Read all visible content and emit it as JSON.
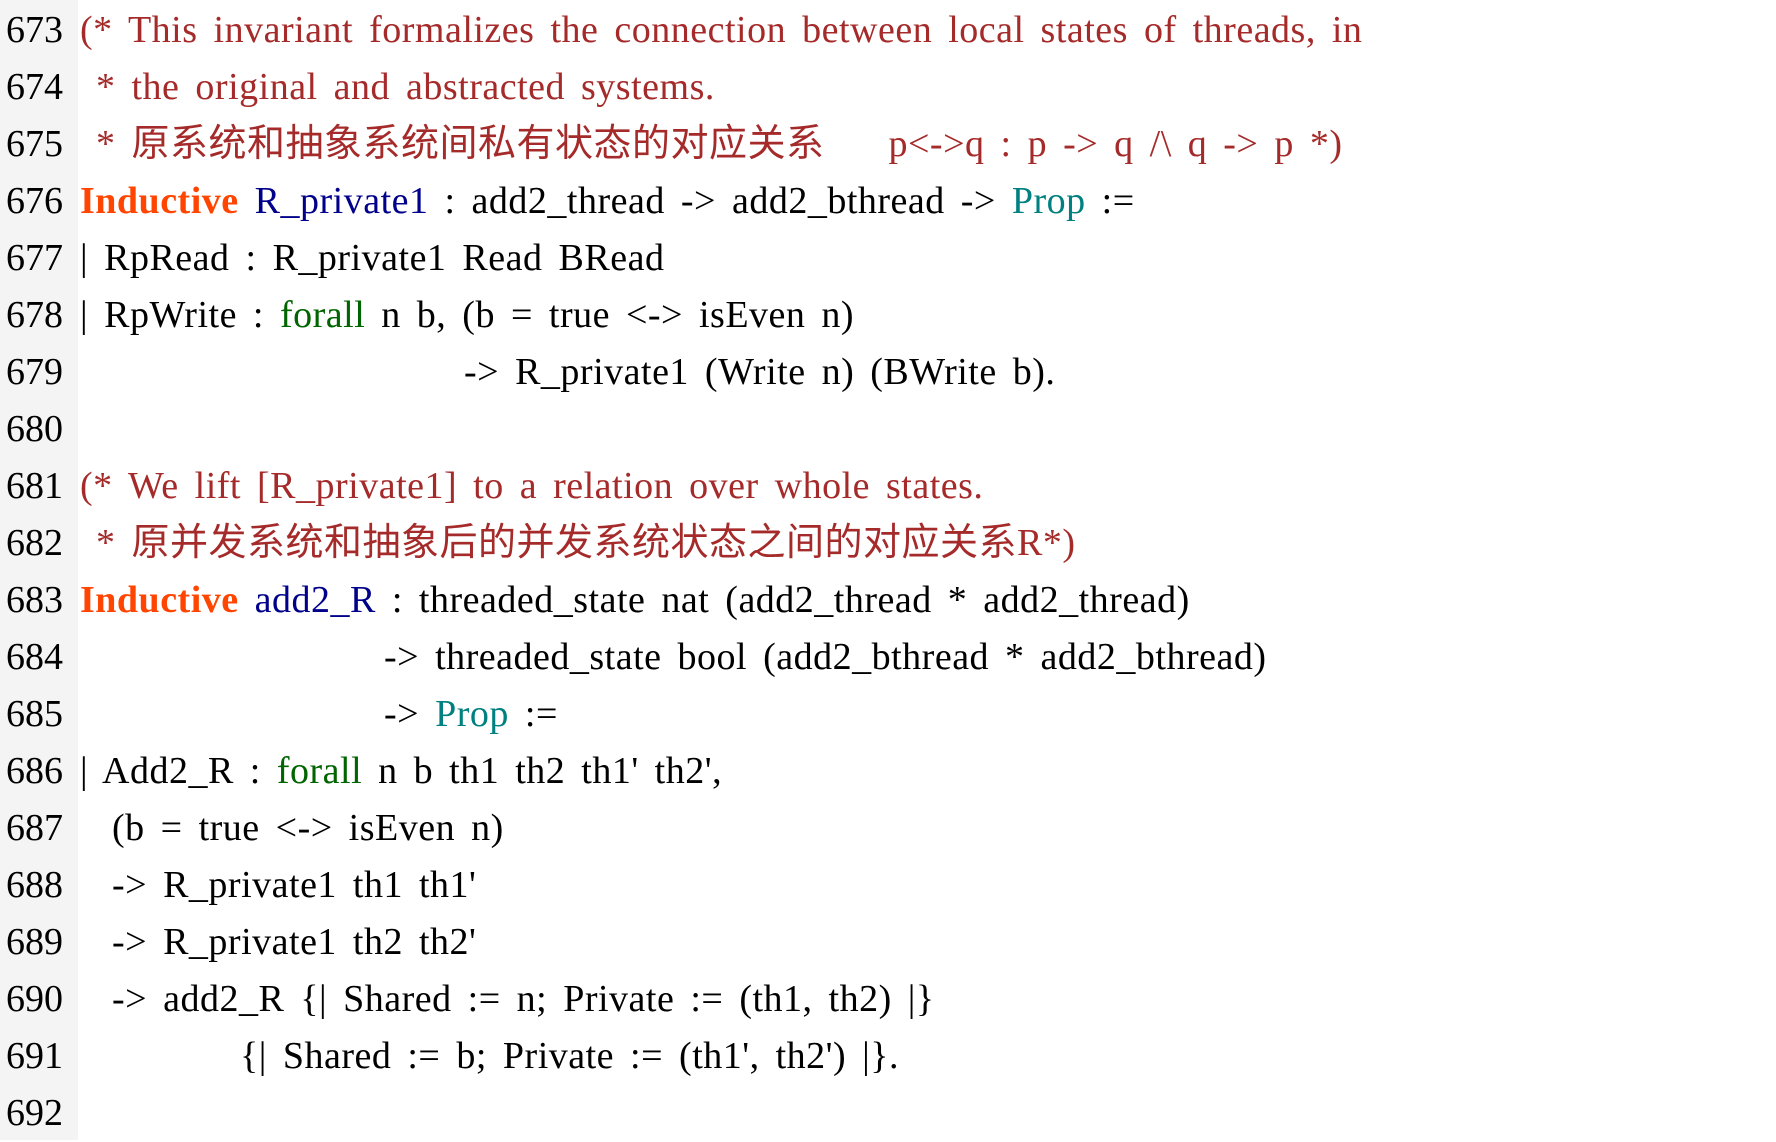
{
  "editor": {
    "colors": {
      "comment": "#a52a2a",
      "keyword": "#ff4500",
      "identifier": "#00008b",
      "type": "#008080",
      "forall": "#006400",
      "plain": "#000000",
      "gutter_bg": "#f4f4f4"
    },
    "lines": [
      {
        "num": "673",
        "tokens": [
          {
            "t": "comment",
            "s": "(* This invariant formalizes the connection between local states of threads, in"
          }
        ]
      },
      {
        "num": "674",
        "tokens": [
          {
            "t": "comment",
            "s": " * the original and abstracted systems."
          }
        ]
      },
      {
        "num": "675",
        "tokens": [
          {
            "t": "comment",
            "s": " * 原系统和抽象系统间私有状态的对应关系    p<->q : p -> q /\\ q -> p *)"
          }
        ]
      },
      {
        "num": "676",
        "tokens": [
          {
            "t": "keyword",
            "s": "Inductive"
          },
          {
            "t": "plain",
            "s": " "
          },
          {
            "t": "ident",
            "s": "R_private1"
          },
          {
            "t": "plain",
            "s": " : add2_thread -> add2_bthread -> "
          },
          {
            "t": "type",
            "s": "Prop"
          },
          {
            "t": "plain",
            "s": " :="
          }
        ]
      },
      {
        "num": "677",
        "tokens": [
          {
            "t": "plain",
            "s": "| RpRead : R_private1 Read BRead"
          }
        ]
      },
      {
        "num": "678",
        "tokens": [
          {
            "t": "plain",
            "s": "| RpWrite : "
          },
          {
            "t": "forall",
            "s": "forall"
          },
          {
            "t": "plain",
            "s": " n b, (b = true <-> isEven n)"
          }
        ]
      },
      {
        "num": "679",
        "tokens": [
          {
            "t": "plain",
            "s": "                        -> R_private1 (Write n) (BWrite b)."
          }
        ]
      },
      {
        "num": "680",
        "tokens": []
      },
      {
        "num": "681",
        "tokens": [
          {
            "t": "comment",
            "s": "(* We lift [R_private1] to a relation over whole states."
          }
        ]
      },
      {
        "num": "682",
        "tokens": [
          {
            "t": "comment",
            "s": " * 原并发系统和抽象后的并发系统状态之间的对应关系R*)"
          }
        ]
      },
      {
        "num": "683",
        "tokens": [
          {
            "t": "keyword",
            "s": "Inductive"
          },
          {
            "t": "plain",
            "s": " "
          },
          {
            "t": "ident",
            "s": "add2_R"
          },
          {
            "t": "plain",
            "s": " : threaded_state nat (add2_thread * add2_thread)"
          }
        ]
      },
      {
        "num": "684",
        "tokens": [
          {
            "t": "plain",
            "s": "                   -> threaded_state bool (add2_bthread * add2_bthread)"
          }
        ]
      },
      {
        "num": "685",
        "tokens": [
          {
            "t": "plain",
            "s": "                   -> "
          },
          {
            "t": "type",
            "s": "Prop"
          },
          {
            "t": "plain",
            "s": " :="
          }
        ]
      },
      {
        "num": "686",
        "tokens": [
          {
            "t": "plain",
            "s": "| Add2_R : "
          },
          {
            "t": "forall",
            "s": "forall"
          },
          {
            "t": "plain",
            "s": " n b th1 th2 th1' th2',"
          }
        ]
      },
      {
        "num": "687",
        "tokens": [
          {
            "t": "plain",
            "s": "  (b = true <-> isEven n)"
          }
        ]
      },
      {
        "num": "688",
        "tokens": [
          {
            "t": "plain",
            "s": "  -> R_private1 th1 th1'"
          }
        ]
      },
      {
        "num": "689",
        "tokens": [
          {
            "t": "plain",
            "s": "  -> R_private1 th2 th2'"
          }
        ]
      },
      {
        "num": "690",
        "tokens": [
          {
            "t": "plain",
            "s": "  -> add2_R {| Shared := n; Private := (th1, th2) |}"
          }
        ]
      },
      {
        "num": "691",
        "tokens": [
          {
            "t": "plain",
            "s": "          {| Shared := b; Private := (th1', th2') |}."
          }
        ]
      },
      {
        "num": "692",
        "tokens": []
      }
    ]
  }
}
